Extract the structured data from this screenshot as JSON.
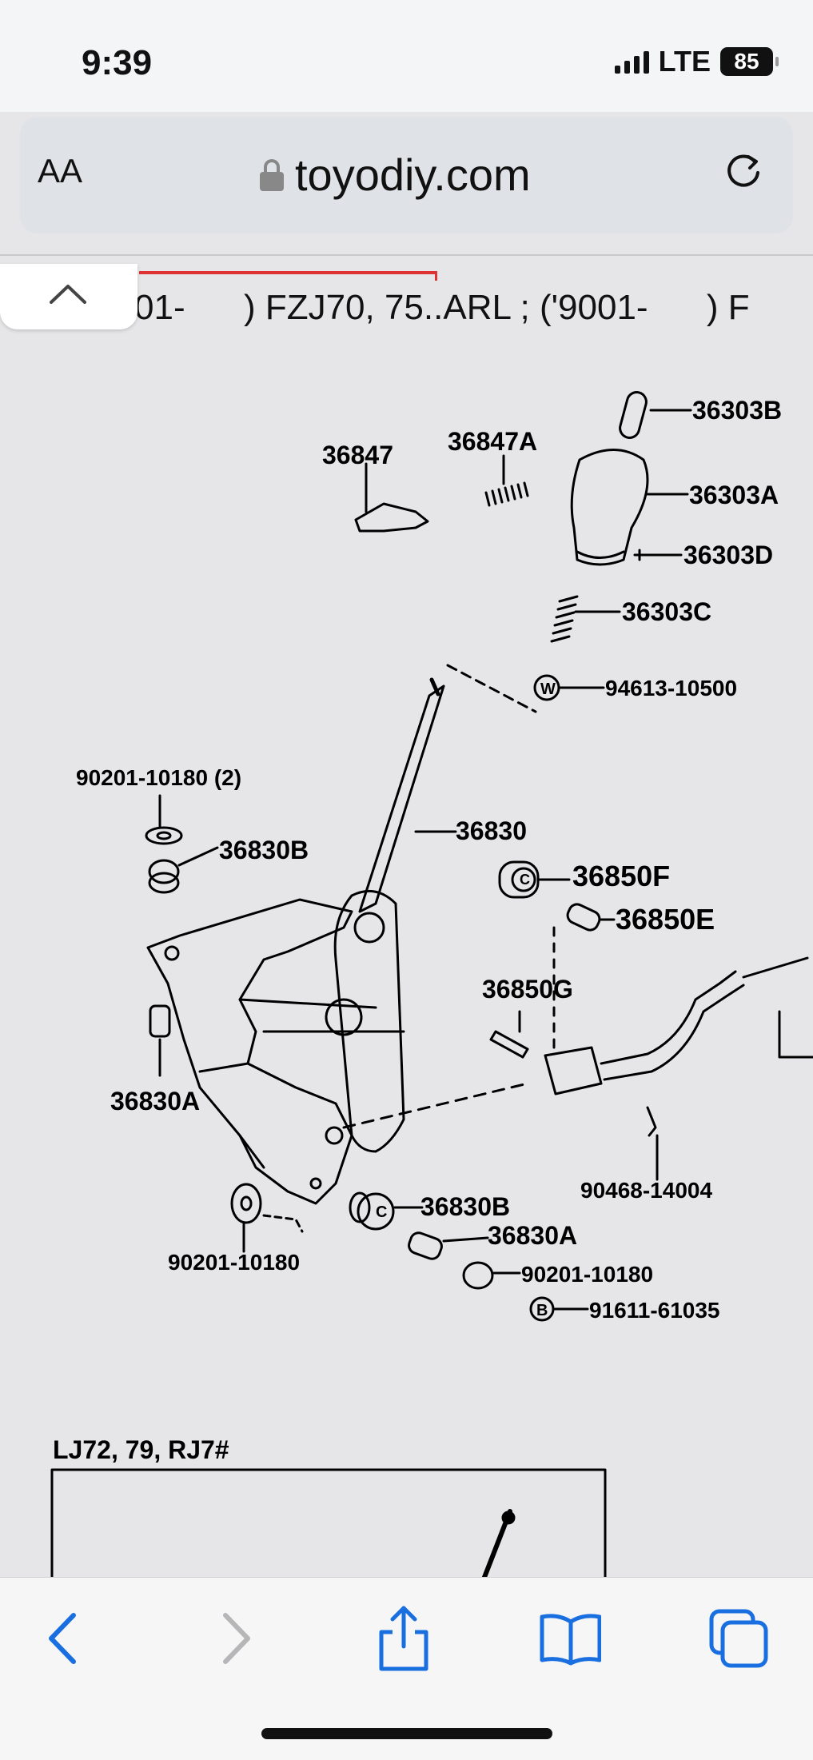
{
  "status": {
    "time": "9:39",
    "network": "LTE",
    "battery": "85"
  },
  "browser": {
    "text_size_label": "AA",
    "domain": "toyodiy.com"
  },
  "page": {
    "tagline": "01-      ) FZJ70, 75..ARL ; ('9001-      ) F",
    "section_label": "LJ72, 79, RJ7#"
  },
  "parts": {
    "p36303B": "36303B",
    "p36303A": "36303A",
    "p36303D": "36303D",
    "p36303C": "36303C",
    "p36847": "36847",
    "p36847A": "36847A",
    "p94613": "94613-10500",
    "p90201_2": "90201-10180 (2)",
    "p36830B_top": "36830B",
    "p36830": "36830",
    "p36850F": "36850F",
    "p36850E": "36850E",
    "p36850G": "36850G",
    "p36830A_left": "36830A",
    "p90468": "90468-14004",
    "p36830B_bottom": "36830B",
    "p36830A_bottom": "36830A",
    "p90201_left": "90201-10180",
    "p90201_right": "90201-10180",
    "p91611": "91611-61035"
  },
  "toolbar": {
    "back_icon": "chevron-left-icon",
    "forward_icon": "chevron-right-icon",
    "share_icon": "share-icon",
    "bookmarks_icon": "book-icon",
    "tabs_icon": "tabs-icon"
  },
  "colors": {
    "accent": "#1a6fe0",
    "disabled": "#b6b6b8"
  }
}
